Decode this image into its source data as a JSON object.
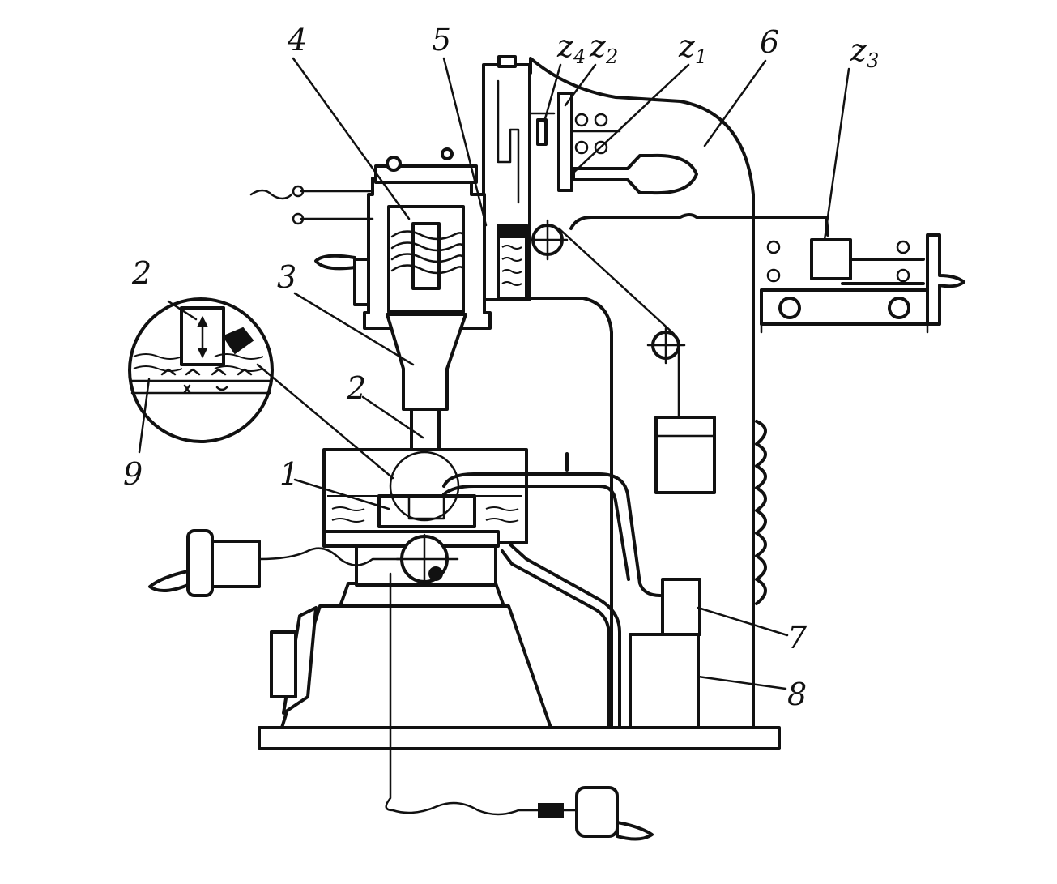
{
  "labels": {
    "l1": "1",
    "l2a": "2",
    "l2b": "2",
    "l3": "3",
    "l4": "4",
    "l5": "5",
    "l6": "6",
    "l7": "7",
    "l8": "8",
    "l9": "9",
    "z1": "z",
    "z1_sub": "1",
    "z2": "z",
    "z2_sub": "2",
    "z3": "z",
    "z3_sub": "3",
    "z4": "z",
    "z4_sub": "4"
  }
}
